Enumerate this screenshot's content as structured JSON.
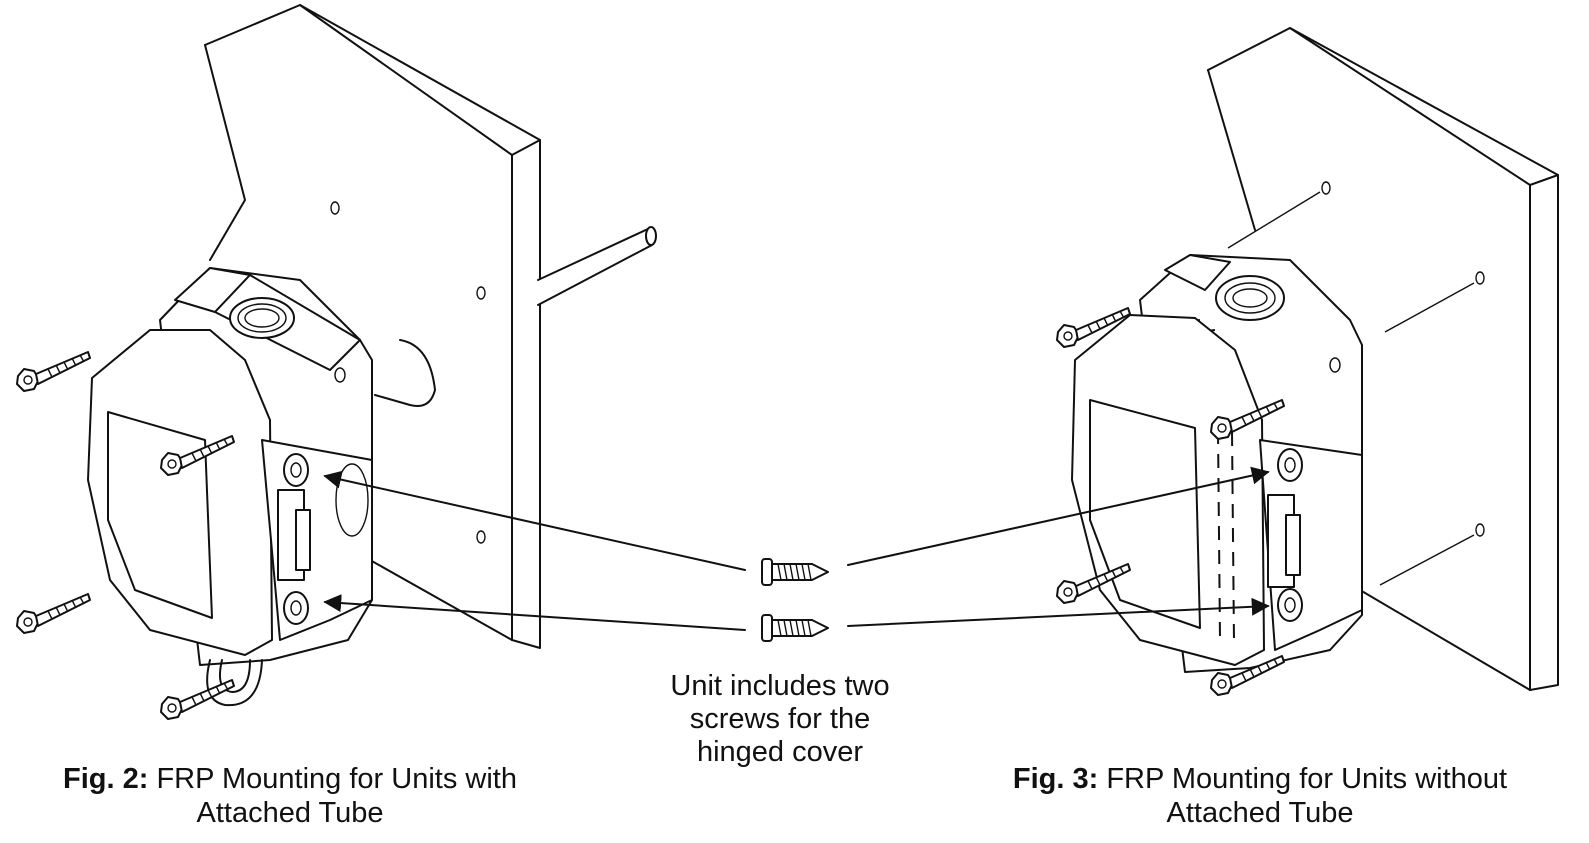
{
  "figures": [
    {
      "label": "Fig. 2:",
      "caption": "FRP Mounting for Units with Attached Tube"
    },
    {
      "label": "Fig. 3:",
      "caption": "FRP Mounting for Units without Attached Tube"
    }
  ],
  "callout": {
    "text": "Unit includes two screws for the hinged cover"
  },
  "icons": [
    "self-tapping-screw-icon",
    "hex-head-screw-icon"
  ]
}
